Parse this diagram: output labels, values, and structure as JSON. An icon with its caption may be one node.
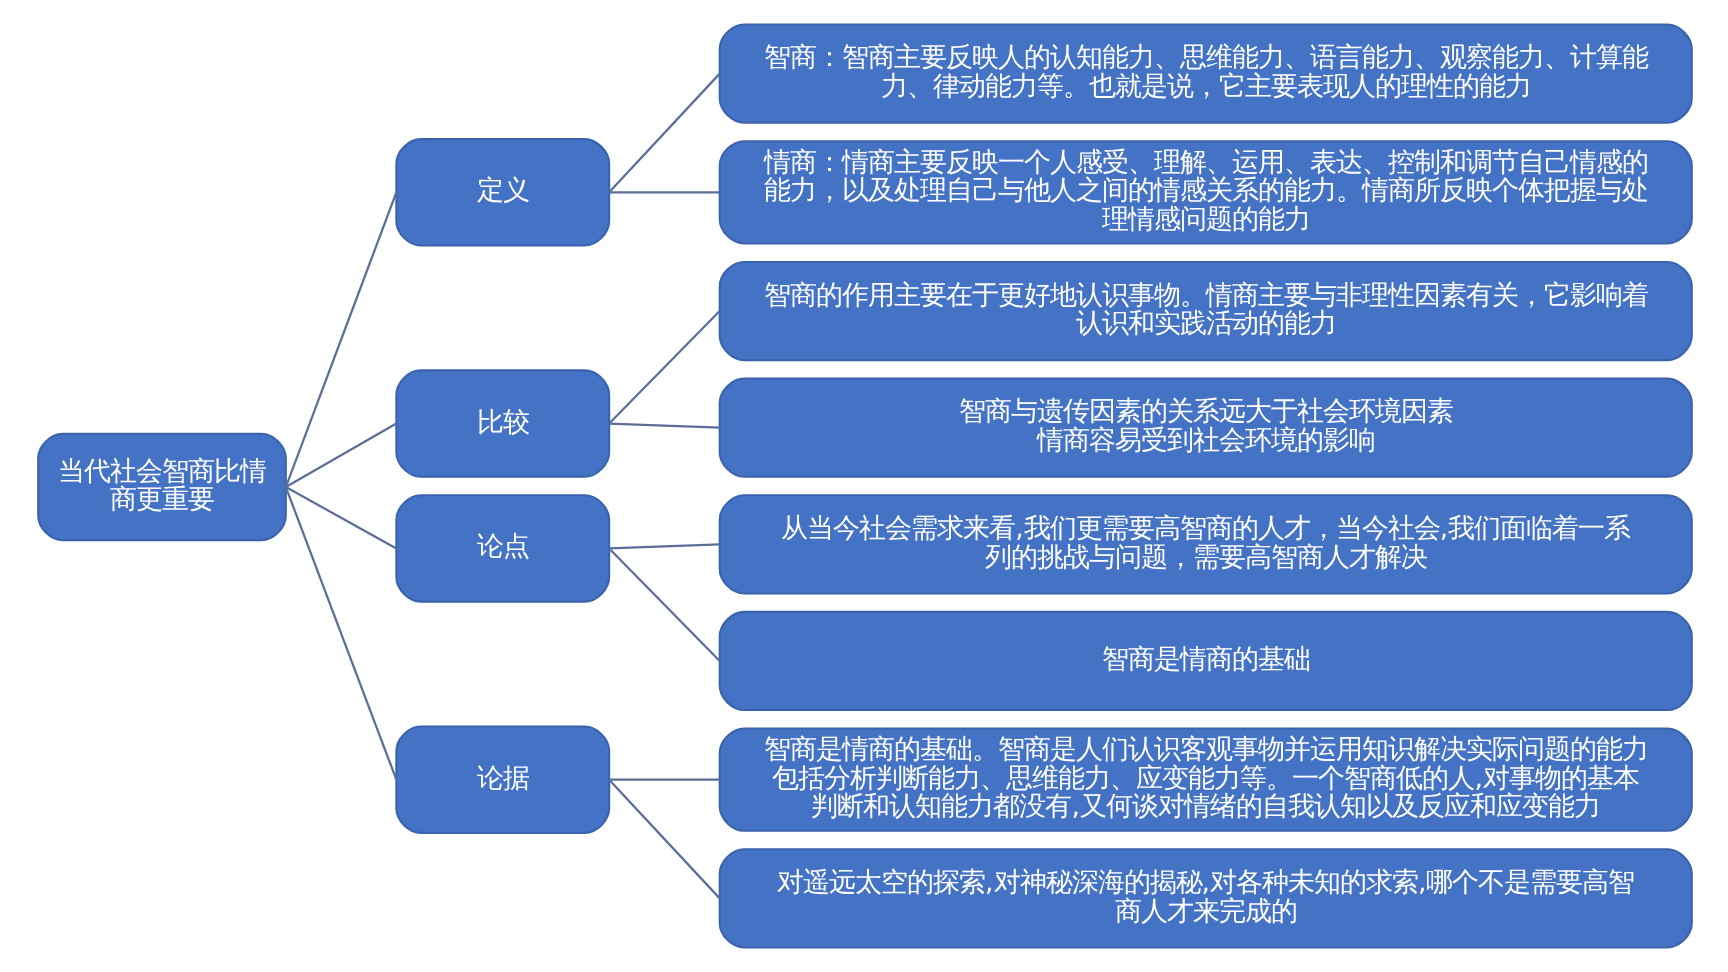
{
  "diagram": {
    "nodes": [
      {
        "text": [
          "当代社会智商比情商更重要"
        ]
      },
      {
        "text": [
          "定义"
        ]
      },
      {
        "text": [
          "智商：智商主要反映人的认知能力、思维能力、语言能力、观察能力、计算能力、律动能力等。也就是说，它主要表现人的理性的能力"
        ]
      },
      {
        "text": [
          "情商：情商主要反映一个人感受、理解、运用、表达、控制和调节自己情感的能力，以及处理自己与他人之间的情感关系的能力。情商所反映个体把握与处理情感问题的能力"
        ]
      },
      {
        "text": [
          "比较"
        ]
      },
      {
        "text": [
          "智商的作用主要在于更好地认识事物。情商主要与非理性因素有关，它影响着认识和实践活动的能力"
        ]
      },
      {
        "text": [
          "智商与遗传因素的关系远大于社会环境因素",
          "情商容易受到社会环境的影响"
        ]
      },
      {
        "text": [
          "论点"
        ]
      },
      {
        "text": [
          "从当今社会需求来看,我们更需要高智商的人才，当今社会,我们面临着一系列的挑战与问题，需要高智商人才解决"
        ]
      },
      {
        "text": [
          "智商是情商的基础"
        ]
      },
      {
        "text": [
          "论据"
        ]
      },
      {
        "text": [
          "智商是情商的基础。智商是人们认识客观事物并运用知识解决实际问题的能力包括分析判断能力、思维能力、应变能力等。一个智商低的人,对事物的基本判断和认知能力都没有,又何谈对情绪的自我认知以及反应和应变能力"
        ]
      },
      {
        "text": [
          "对遥远太空的探索,对神秘深海的揭秘,对各种未知的求索,哪个不是需要高智商人才来完成的"
        ]
      }
    ],
    "edges": [
      {
        "from": 0,
        "to": 1,
        "arrow": "none"
      },
      {
        "from": 0,
        "to": 4,
        "arrow": "none"
      },
      {
        "from": 0,
        "to": 7,
        "arrow": "none"
      },
      {
        "from": 0,
        "to": 10,
        "arrow": "none"
      },
      {
        "from": 1,
        "to": 2,
        "arrow": "none"
      },
      {
        "from": 1,
        "to": 3,
        "arrow": "none"
      },
      {
        "from": 4,
        "to": 5,
        "arrow": "none"
      },
      {
        "from": 4,
        "to": 6,
        "arrow": "none"
      },
      {
        "from": 7,
        "to": 8,
        "arrow": "none"
      },
      {
        "from": 7,
        "to": 9,
        "arrow": "none"
      },
      {
        "from": 10,
        "to": 11,
        "arrow": "none"
      },
      {
        "from": 10,
        "to": 12,
        "arrow": "none"
      }
    ]
  }
}
